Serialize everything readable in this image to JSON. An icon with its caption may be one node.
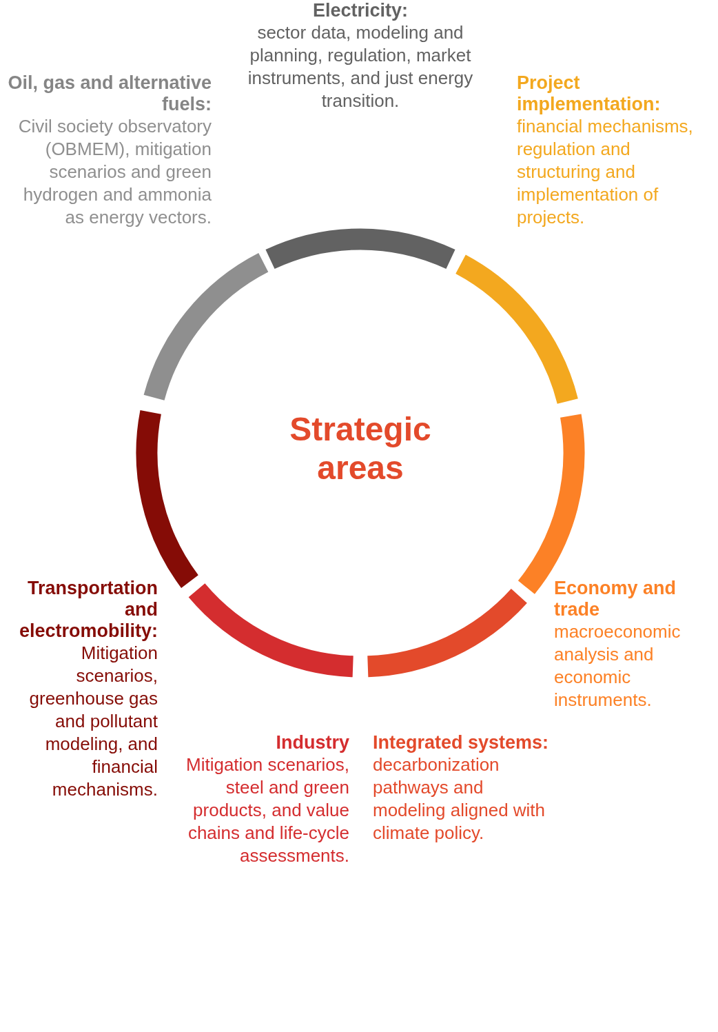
{
  "diagram": {
    "nodes": [
      {
        "text": [
          "Electricity:",
          "sector data, modeling and planning, regulation, market instruments, and just energy transition."
        ]
      },
      {
        "text": [
          "Oil, gas and alternative fuels:",
          "Civil society observatory (OBMEM), mitigation scenarios and green hydrogen and ammonia as energy vectors."
        ]
      },
      {
        "text": [
          "Project implementation:",
          "financial mechanisms, regulation and structuring and implementation of projects."
        ]
      },
      {
        "text": [
          "Strategic areas"
        ]
      },
      {
        "text": [
          "Transportation and electromobility:",
          "Mitigation scenarios, greenhouse gas and pollutant modeling, and financial mechanisms."
        ]
      },
      {
        "text": [
          "Economy and trade",
          "macroeconomic analysis and economic instruments."
        ]
      },
      {
        "text": [
          "Industry",
          "Mitigation scenarios, steel and green products, and value chains and life-cycle assessments."
        ]
      },
      {
        "text": [
          "Integrated systems:",
          "decarbonization pathways and modeling aligned with climate policy."
        ]
      }
    ]
  }
}
